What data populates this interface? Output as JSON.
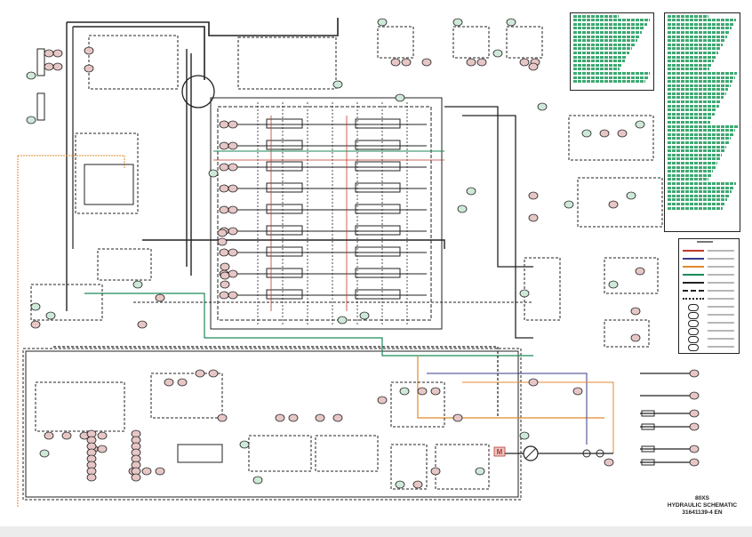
{
  "document": {
    "type": "hydraulic schematic",
    "title_block": {
      "model": "80XS",
      "title": "HYDRAULIC SCHEMATIC",
      "part_number": "31641139-4 EN"
    },
    "motor_symbol_label": "M",
    "line_colors": {
      "pressure": "#c0392b",
      "return": "#3a3a8a",
      "pilot": "#e08a2c",
      "load_sense": "#1c8a5a",
      "main": "#222222",
      "drain": "#555555"
    },
    "legend": {
      "items": [
        {
          "symbol": "red-line"
        },
        {
          "symbol": "blue-line"
        },
        {
          "symbol": "orange-line"
        },
        {
          "symbol": "green-line"
        },
        {
          "symbol": "black-line"
        },
        {
          "symbol": "dashed-line"
        },
        {
          "symbol": "dotted-line"
        },
        {
          "symbol": "hose-crossing"
        },
        {
          "symbol": "connection"
        },
        {
          "symbol": "connection-tee"
        },
        {
          "symbol": "component-number"
        },
        {
          "symbol": "callout-bubble"
        },
        {
          "symbol": "port-label"
        }
      ]
    },
    "component_table_rows": 28,
    "valve_table_rows": 70
  }
}
